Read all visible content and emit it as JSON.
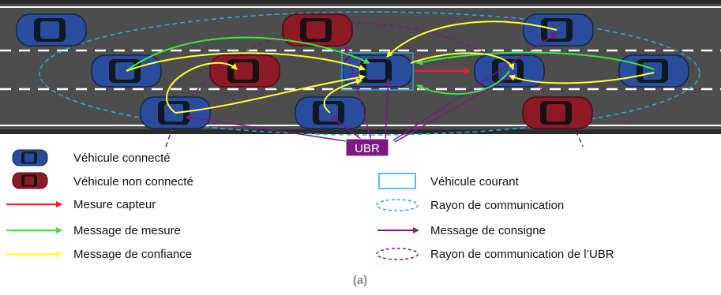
{
  "colors": {
    "road": "#4d4d4d",
    "road_edge": "#2b2b2b",
    "lane_marking": "#ffffff",
    "connected_vehicle": "#2a4c9c",
    "non_connected_vehicle": "#8e1a26",
    "sensor_measure": "#ff1a1a",
    "measure_message": "#3ee23e",
    "trust_message": "#ffff33",
    "setpoint_message": "#7a1a82",
    "current_vehicle_box": "#2aa8e0",
    "communication_range": "#2aa8e0",
    "ubr_range": "#7a1a82",
    "ubr_badge": "#7a1a82"
  },
  "ubr_label": "UBR",
  "legend": {
    "connected_vehicle": "Véhicule connecté",
    "non_connected_vehicle": "Véhicule non connecté",
    "sensor_measure": "Mesure capteur",
    "measure_message": "Message de mesure",
    "trust_message": "Message de confiance",
    "current_vehicle": "Véhicule courant",
    "communication_range": "Rayon de communication",
    "setpoint_message": "Message de consigne",
    "ubr_communication_range": "Rayon de communication de l’UBR"
  },
  "caption": "(a)"
}
